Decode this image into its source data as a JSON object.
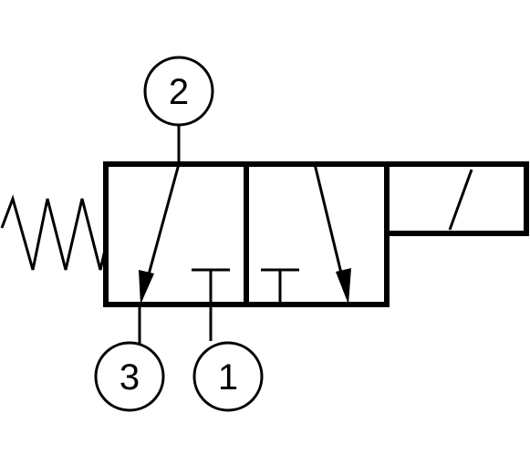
{
  "diagram": {
    "colors": {
      "line": "#000000",
      "background": "#ffffff"
    },
    "ports": [
      {
        "id": "port-2",
        "label": "2"
      },
      {
        "id": "port-3",
        "label": "3"
      },
      {
        "id": "port-1",
        "label": "1"
      }
    ]
  }
}
